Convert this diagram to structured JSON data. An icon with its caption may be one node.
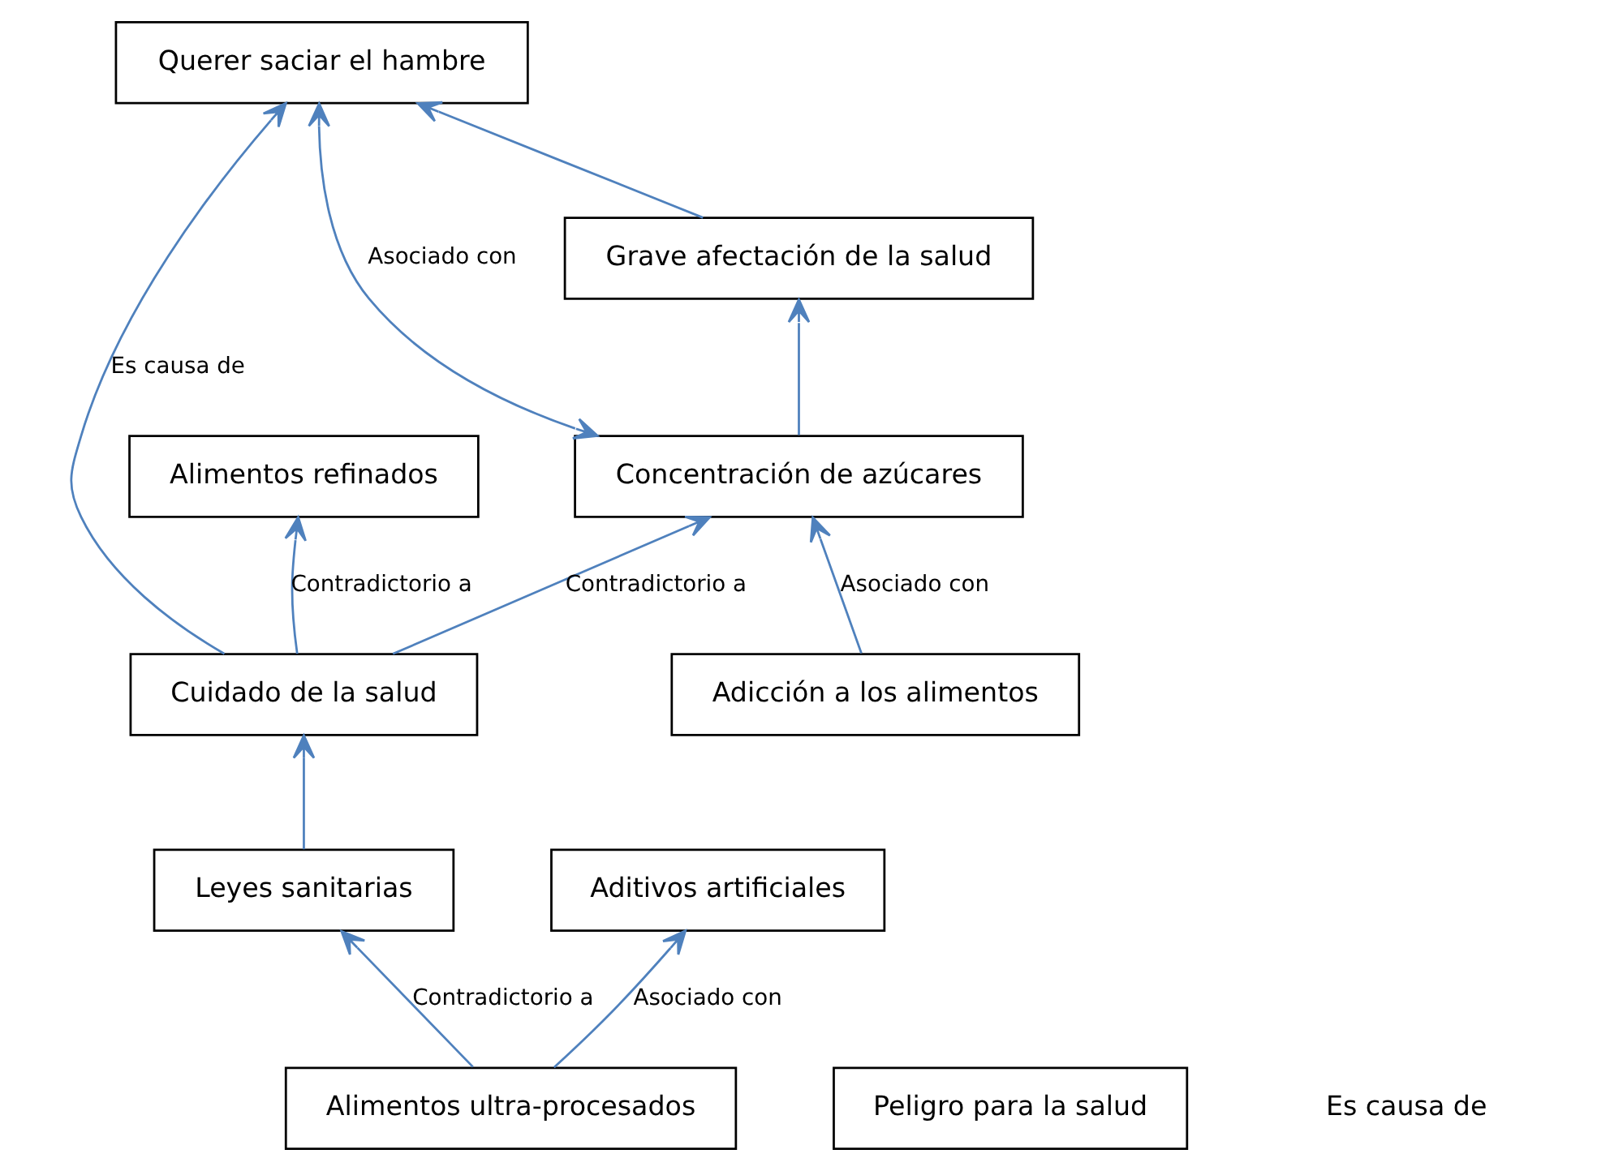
{
  "diagram": {
    "nodes": [
      {
        "text": [
          "Querer saciar el hambre"
        ]
      },
      {
        "text": [
          "Grave afectación de la salud"
        ]
      },
      {
        "text": [
          "Alimentos refinados"
        ]
      },
      {
        "text": [
          "Cuidado de la salud"
        ]
      },
      {
        "text": [
          "Concentración de azúcares"
        ]
      },
      {
        "text": [
          "Alimentos ultra-procesados"
        ]
      },
      {
        "text": [
          "Leyes sanitarias"
        ]
      },
      {
        "text": [
          "Adicción a los alimentos"
        ]
      },
      {
        "text": [
          "Aditivos artificiales"
        ]
      },
      {
        "text": [
          "Peligro para la salud"
        ]
      }
    ],
    "edges": [
      {
        "from": 1,
        "to": 0,
        "arrow": "to"
      },
      {
        "from": 4,
        "to": 0,
        "arrow": "both",
        "label": "Asociado con"
      },
      {
        "from": 4,
        "to": 1,
        "arrow": "to"
      },
      {
        "from": 3,
        "to": 2,
        "arrow": "to",
        "label": "Contradictorio a"
      },
      {
        "from": 3,
        "to": 4,
        "arrow": "to",
        "label": "Contradictorio a"
      },
      {
        "from": 3,
        "to": 0,
        "arrow": "to",
        "label": "Es causa de"
      },
      {
        "from": 6,
        "to": 3,
        "arrow": "to"
      },
      {
        "from": 5,
        "to": 6,
        "arrow": "to",
        "label": "Contradictorio a"
      },
      {
        "from": 5,
        "to": 8,
        "arrow": "to",
        "label": "Asociado con"
      },
      {
        "from": 7,
        "to": 4,
        "arrow": "to",
        "label": "Asociado con"
      }
    ],
    "labels": [
      "Es causa de"
    ]
  }
}
